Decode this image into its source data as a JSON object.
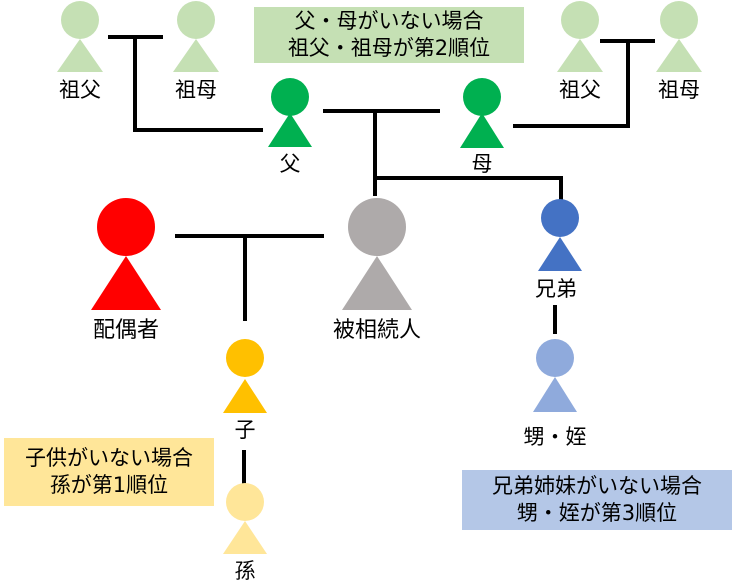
{
  "colors": {
    "grandparent": "#c5e0b4",
    "parent": "#00b050",
    "spouse": "#ff0000",
    "deceased": "#aeaaaa",
    "child": "#ffc000",
    "grandchild": "#ffe699",
    "sibling": "#4472c4",
    "nephew_niece": "#8faadc",
    "line": "#000000",
    "note_parents_bg": "#c5e0b4",
    "note_children_bg": "#ffe699",
    "note_siblings_bg": "#b4c7e7"
  },
  "persons": {
    "paternal_grandfather": {
      "label": "祖父",
      "role": "grandparent"
    },
    "paternal_grandmother": {
      "label": "祖母",
      "role": "grandparent"
    },
    "maternal_grandfather": {
      "label": "祖父",
      "role": "grandparent"
    },
    "maternal_grandmother": {
      "label": "祖母",
      "role": "grandparent"
    },
    "father": {
      "label": "父",
      "role": "parent"
    },
    "mother": {
      "label": "母",
      "role": "parent"
    },
    "spouse": {
      "label": "配偶者",
      "role": "spouse"
    },
    "deceased": {
      "label": "被相続人",
      "role": "deceased"
    },
    "sibling": {
      "label": "兄弟",
      "role": "sibling"
    },
    "nephew_niece": {
      "label": "甥・姪",
      "role": "nephew_niece"
    },
    "child": {
      "label": "子",
      "role": "child"
    },
    "grandchild": {
      "label": "孫",
      "role": "grandchild"
    }
  },
  "notes": {
    "parents": {
      "line1": "父・母がいない場合",
      "line2": "祖父・祖母が第2順位"
    },
    "children": {
      "line1": "子供がいない場合",
      "line2": "孫が第1順位"
    },
    "siblings": {
      "line1": "兄弟姉妹がいない場合",
      "line2": "甥・姪が第3順位"
    }
  }
}
